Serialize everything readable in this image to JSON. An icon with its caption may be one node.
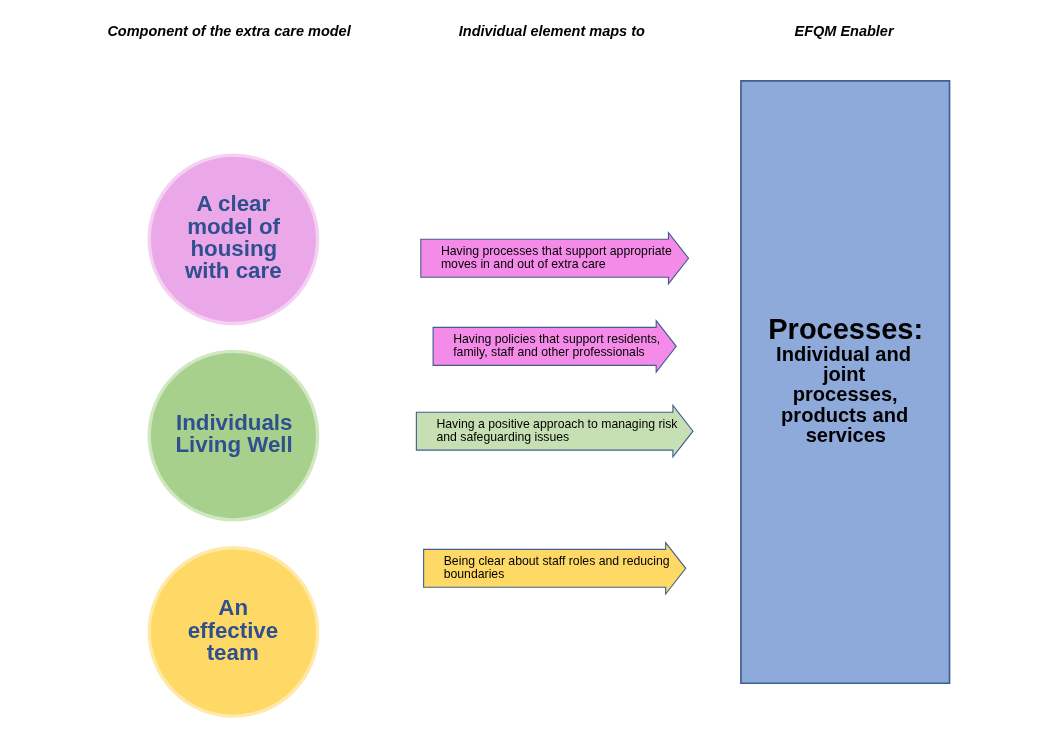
{
  "diagram": {
    "nodes": [
      {
        "text": [
          "A clear model of housing with care"
        ]
      },
      {
        "text": [
          "Having processes that support appropriate moves in and out of extra care"
        ]
      },
      {
        "text": [
          "Having policies that support residents, family, staff and other professionals"
        ]
      },
      {
        "text": [
          "Individuals Living Well"
        ]
      },
      {
        "text": [
          "Having a positive approach to managing risk and safeguarding issues"
        ]
      },
      {
        "text": [
          "An effective team"
        ]
      },
      {
        "text": [
          "Being clear about staff roles and reducing boundaries"
        ]
      },
      {
        "text": [
          "Processes:",
          "Individual and joint processes, products and services"
        ]
      }
    ],
    "edges": [],
    "labels": [
      "Component of the extra care model",
      "Individual element maps to",
      "EFQM Enabler"
    ]
  }
}
